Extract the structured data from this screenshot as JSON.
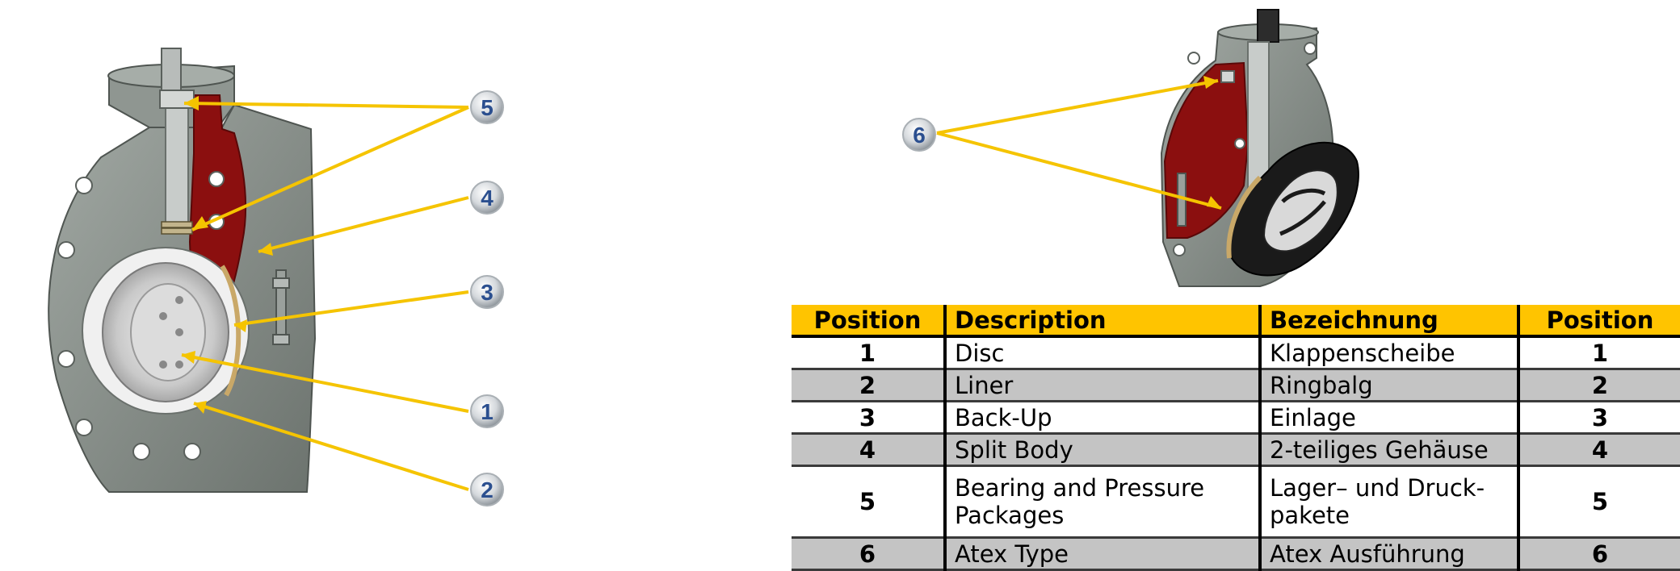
{
  "callouts": [
    {
      "number": "5"
    },
    {
      "number": "4"
    },
    {
      "number": "3"
    },
    {
      "number": "1"
    },
    {
      "number": "2"
    },
    {
      "number": "6"
    }
  ],
  "table": {
    "headers": [
      "Position",
      "Description",
      "Bezeichnung",
      "Position"
    ],
    "rows": [
      {
        "position": "1",
        "description": "Disc",
        "bezeichnung": "Klappenscheibe",
        "position_right": "1"
      },
      {
        "position": "2",
        "description": "Liner",
        "bezeichnung": "Ringbalg",
        "position_right": "2"
      },
      {
        "position": "3",
        "description": "Back-Up",
        "bezeichnung": "Einlage",
        "position_right": "3"
      },
      {
        "position": "4",
        "description": "Split Body",
        "bezeichnung": "2-teiliges Gehäuse",
        "position_right": "4"
      },
      {
        "position": "5",
        "description": "Bearing and Pressure Packages",
        "bezeichnung": "Lager– und Druck-pakete",
        "position_right": "5"
      },
      {
        "position": "6",
        "description": "Atex Type",
        "bezeichnung": "Atex Ausführung",
        "position_right": "6"
      }
    ]
  },
  "colors": {
    "header_bg": "#ffc400",
    "row_shade": "#c4c4c4",
    "leader_line": "#f5c400",
    "body_cutaway": "#8b0f0f",
    "body_metal": "#8a918c",
    "callout_text": "#2b4f8f"
  }
}
